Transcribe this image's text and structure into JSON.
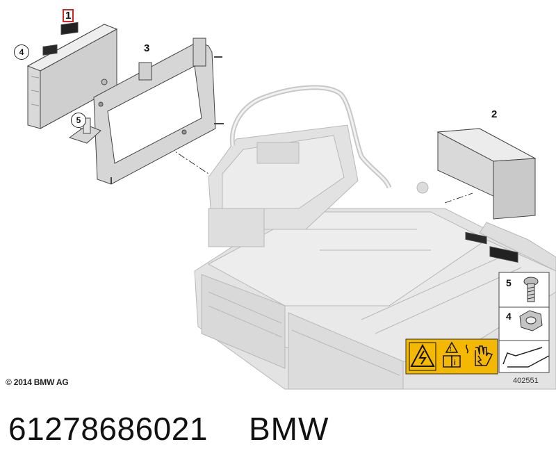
{
  "diagram": {
    "callouts": {
      "c1": "1",
      "c2": "2",
      "c3": "3",
      "c4": "4",
      "c5": "5"
    },
    "legend": {
      "item5": "5",
      "item4": "4"
    },
    "warning_label_icons": [
      "high-voltage-warning-icon",
      "read-manual-icon",
      "do-not-touch-icon"
    ],
    "accent_color": "#d4232a",
    "warning_color": "#f5b800",
    "copyright": "© 2014 BMW AG",
    "diagram_number": "402551"
  },
  "part_number": "61278686021",
  "brand": "BMW"
}
